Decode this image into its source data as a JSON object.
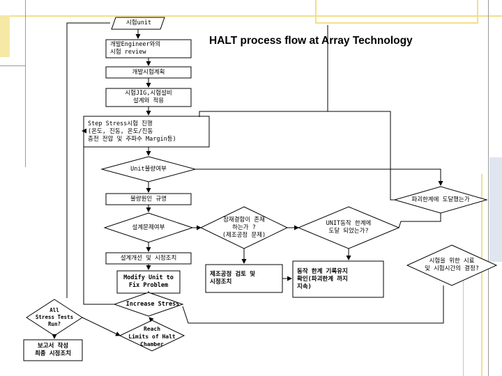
{
  "title": "HALT process flow at Array Technology",
  "colors": {
    "frame_yellow": "#f2e086",
    "frame_gray": "#9a9a9a",
    "frame_blue": "#b7c6dd",
    "line": "#000000"
  },
  "nodes": {
    "test_unit": "시험unit",
    "engineer_review": "개발Engineer와의\n시험 review",
    "dev_test_plan": "개발시험계획",
    "jig_design": "시험JIG,시험설비\n설계와 적용",
    "step_stress": "Step Stress시험 진행\n(온도, 진동, 온도/진동\n충전 전압 및 주파수 Margin등)",
    "unit_defect": "Unit불량여부",
    "defect_cause": "불량원인 규명",
    "destruct_limit": "파괴한계에 도달했는가",
    "design_issue": "설계문제여부",
    "latent_defect": "잠재결함이 존재\n하는가 ?\n(제조공정 문제)",
    "unit_op_limit": "UNIT동작 한계에\n도달 되었는가?",
    "design_improve": "설계개선 및 시정조치",
    "mfg_review": "제조공정 검토 및\n시정조치",
    "op_limit_record": "동작 한계 기록유지\n확인(파괴한계 까지\n지속)",
    "test_sample": "시험을 위한 시료\n및 시험시간의 결정?",
    "modify_unit": "Modify Unit to\nFix Problem",
    "increase_stress": "Increase Stress",
    "all_stress": "All\nStress Tests\nRun?",
    "reach_limits": "Reach\nLimits of Halt\nChamber",
    "report": "보고서 작성\n최종 시정조치"
  }
}
